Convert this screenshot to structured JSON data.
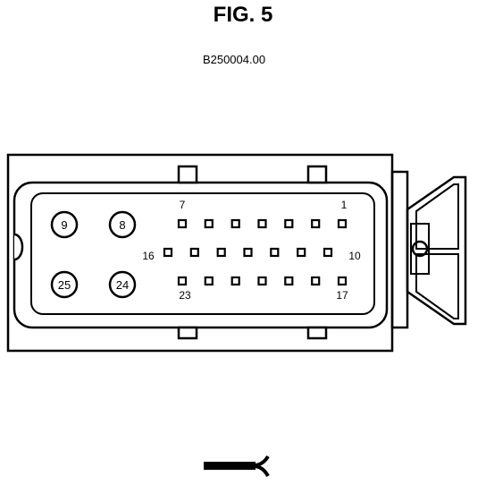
{
  "figure": {
    "title": "FIG. 5",
    "reference": "B250004.00"
  },
  "connector": {
    "large_terminals": [
      {
        "number": "9"
      },
      {
        "number": "8"
      },
      {
        "number": "25"
      },
      {
        "number": "24"
      }
    ],
    "row_labels": {
      "top_left": "7",
      "top_right": "1",
      "middle_left": "16",
      "middle_right": "10",
      "bottom_left": "23",
      "bottom_right": "17"
    },
    "pin_rows": {
      "top_count": 7,
      "middle_count": 7,
      "bottom_count": 7
    }
  },
  "colors": {
    "ink": "#000000",
    "paper": "#ffffff"
  },
  "symbol": {
    "icon": "harness-connector-icon"
  }
}
